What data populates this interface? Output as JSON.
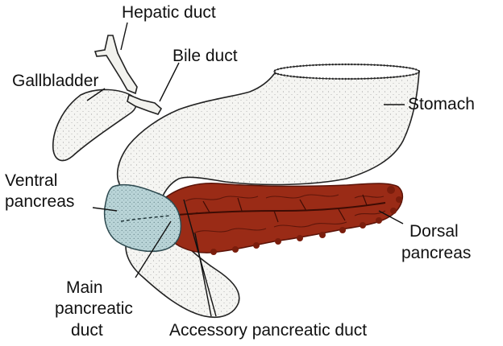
{
  "labels": {
    "hepatic_duct": "Hepatic duct",
    "bile_duct": "Bile duct",
    "gallbladder": "Gallbladder",
    "stomach": "Stomach",
    "ventral_pancreas_line1": "Ventral",
    "ventral_pancreas_line2": "pancreas",
    "dorsal_pancreas_line1": "Dorsal",
    "dorsal_pancreas_line2": "pancreas",
    "main_duct_line1": "Main",
    "main_duct_line2": "pancreatic",
    "main_duct_line3": "duct",
    "accessory_duct": "Accessory pancreatic duct"
  },
  "colors": {
    "organ_fill": "#f4f4f1",
    "ventral_pancreas": "#b8d3d6",
    "dorsal_pancreas": "#9a2b16",
    "dorsal_lobule": "#7a1d0c",
    "line": "#111111"
  }
}
